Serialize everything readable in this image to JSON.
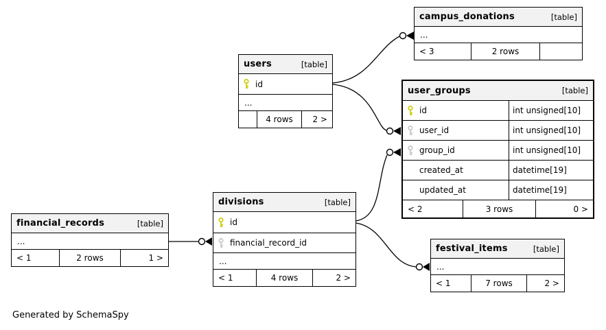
{
  "note": "Generated by SchemaSpy",
  "colors": {
    "background": "#ffffff",
    "border": "#000000",
    "header_bg": "#f2f2f2",
    "pk_key": "#cbcc00",
    "fk_key": "#c6c6c6"
  },
  "tables": {
    "campus_donations": {
      "name": "campus_donations",
      "tag": "[table]",
      "ellipsis": "...",
      "footer": {
        "left": "< 3",
        "center": "2 rows",
        "right": ""
      }
    },
    "users": {
      "name": "users",
      "tag": "[table]",
      "columns": [
        {
          "name": "id",
          "key": "pk"
        }
      ],
      "ellipsis": "...",
      "footer": {
        "left": "",
        "center": "4 rows",
        "right": "2 >"
      }
    },
    "user_groups": {
      "name": "user_groups",
      "tag": "[table]",
      "columns": [
        {
          "name": "id",
          "type": "int unsigned[10]",
          "key": "pk"
        },
        {
          "name": "user_id",
          "type": "int unsigned[10]",
          "key": "fk"
        },
        {
          "name": "group_id",
          "type": "int unsigned[10]",
          "key": "fk"
        },
        {
          "name": "created_at",
          "type": "datetime[19]",
          "key": ""
        },
        {
          "name": "updated_at",
          "type": "datetime[19]",
          "key": ""
        }
      ],
      "footer": {
        "left": "< 2",
        "center": "3 rows",
        "right": "0 >"
      }
    },
    "divisions": {
      "name": "divisions",
      "tag": "[table]",
      "columns": [
        {
          "name": "id",
          "key": "pk"
        },
        {
          "name": "financial_record_id",
          "key": "fk"
        }
      ],
      "ellipsis": "...",
      "footer": {
        "left": "< 1",
        "center": "4 rows",
        "right": "2 >"
      }
    },
    "financial_records": {
      "name": "financial_records",
      "tag": "[table]",
      "ellipsis": "...",
      "footer": {
        "left": "< 1",
        "center": "2 rows",
        "right": "1 >"
      }
    },
    "festival_items": {
      "name": "festival_items",
      "tag": "[table]",
      "ellipsis": "...",
      "footer": {
        "left": "< 1",
        "center": "7 rows",
        "right": "2 >"
      }
    }
  },
  "relationships": [
    {
      "from": "users.id",
      "to": "campus_donations"
    },
    {
      "from": "users.id",
      "to": "user_groups.user_id"
    },
    {
      "from": "divisions.id",
      "to": "user_groups.group_id"
    },
    {
      "from": "divisions.id",
      "to": "festival_items"
    },
    {
      "from": "financial_records",
      "to": "divisions.financial_record_id"
    }
  ]
}
